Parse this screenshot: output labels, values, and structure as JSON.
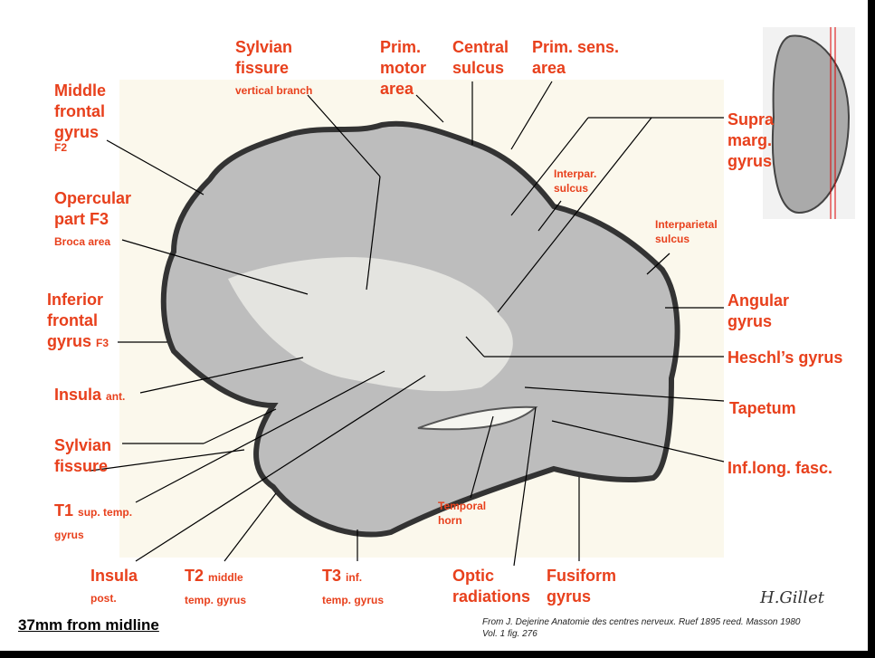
{
  "labels": {
    "sylvian_vert": [
      "Sylvian",
      "fissure",
      "vertical branch"
    ],
    "prim_motor": [
      "Prim.",
      "motor",
      "area"
    ],
    "central": [
      "Central",
      "sulcus"
    ],
    "prim_sens": [
      "Prim. sens.",
      "area"
    ],
    "middle_frontal": [
      "Middle",
      "frontal",
      "gyrus",
      "F2"
    ],
    "supramarg": [
      "Supra",
      "marg.",
      "gyrus"
    ],
    "interpar": [
      "Interpar.",
      "sulcus"
    ],
    "interparietal": [
      "Interparietal",
      "sulcus"
    ],
    "opercular": [
      "Opercular",
      "part F3",
      "Broca area"
    ],
    "inferior_frontal": [
      "Inferior",
      "frontal",
      "gyrus",
      "F3"
    ],
    "angular": [
      "Angular",
      "gyrus"
    ],
    "heschl": "Heschl’s gyrus",
    "insula_ant": [
      "Insula",
      "ant."
    ],
    "tapetum": "Tapetum",
    "sylvian": [
      "Sylvian",
      "fissure"
    ],
    "inf_long": "Inf.long. fasc.",
    "t1": [
      "T1",
      "sup. temp.",
      "gyrus"
    ],
    "temporal_horn": [
      "Temporal",
      "horn"
    ],
    "insula_post": [
      "Insula",
      "post."
    ],
    "t2": [
      "T2",
      "middle",
      "temp. gyrus"
    ],
    "t3": [
      "T3",
      "inf.",
      "temp. gyrus"
    ],
    "optic": [
      "Optic",
      "radiations"
    ],
    "fusiform": [
      "Fusiform",
      "gyrus"
    ]
  },
  "caption": "37mm from midline",
  "credit": [
    "From J. Dejerine Anatomie des centres nerveux. Ruef 1895 reed. Masson 1980",
    "Vol. 1 fig. 276"
  ],
  "signature": "H.Gillet",
  "colors": {
    "label": "#e8401c",
    "plate": "#fbf8ec"
  }
}
